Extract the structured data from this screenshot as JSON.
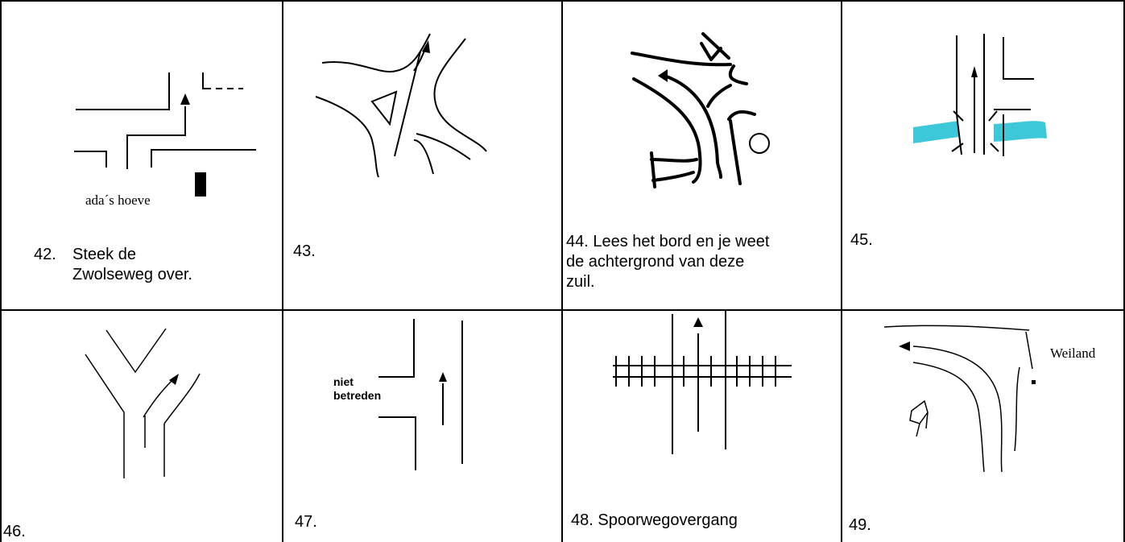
{
  "cells": [
    {
      "number": "42.",
      "caption_lines": [
        "Steek de",
        "Zwolseweg over."
      ],
      "map_label": "ada´s hoeve"
    },
    {
      "caption": "43."
    },
    {
      "caption_lines": [
        "44. Lees het bord en je weet",
        "de achtergrond van deze",
        "zuil."
      ]
    },
    {
      "caption": "45.",
      "highlight_color": "#3cc8d8"
    },
    {
      "caption": "46."
    },
    {
      "caption": "47.",
      "map_label_lines": [
        "niet",
        "betreden"
      ]
    },
    {
      "caption": "48. Spoorwegovergang"
    },
    {
      "caption": "49.",
      "map_label": "Weiland"
    }
  ]
}
